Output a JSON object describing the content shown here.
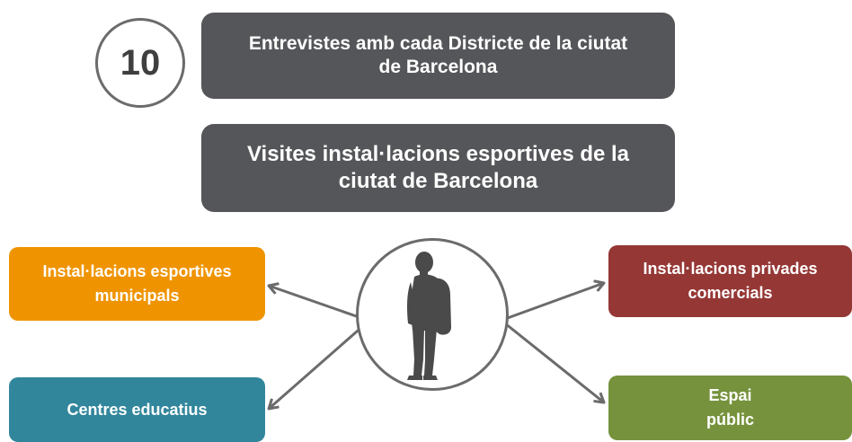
{
  "counter": {
    "value": "10"
  },
  "boxes": {
    "interviews": "Entrevistes amb cada Districte de la ciutat de Barcelona",
    "visits": "Visites instal·lacions esportives de la ciutat de Barcelona"
  },
  "categories": {
    "municipal": "Instal·lacions esportives municipals",
    "private": "Instal·lacions privades comercials",
    "schools": "Centres educatius",
    "public_space": "Espai públic"
  },
  "colors": {
    "dark_box": "#555659",
    "municipal": "#ef9400",
    "private": "#953735",
    "schools": "#31869b",
    "public_space": "#76923c",
    "outline": "#6b6b6b"
  },
  "icons": {
    "center": "person-with-backpack-icon"
  }
}
